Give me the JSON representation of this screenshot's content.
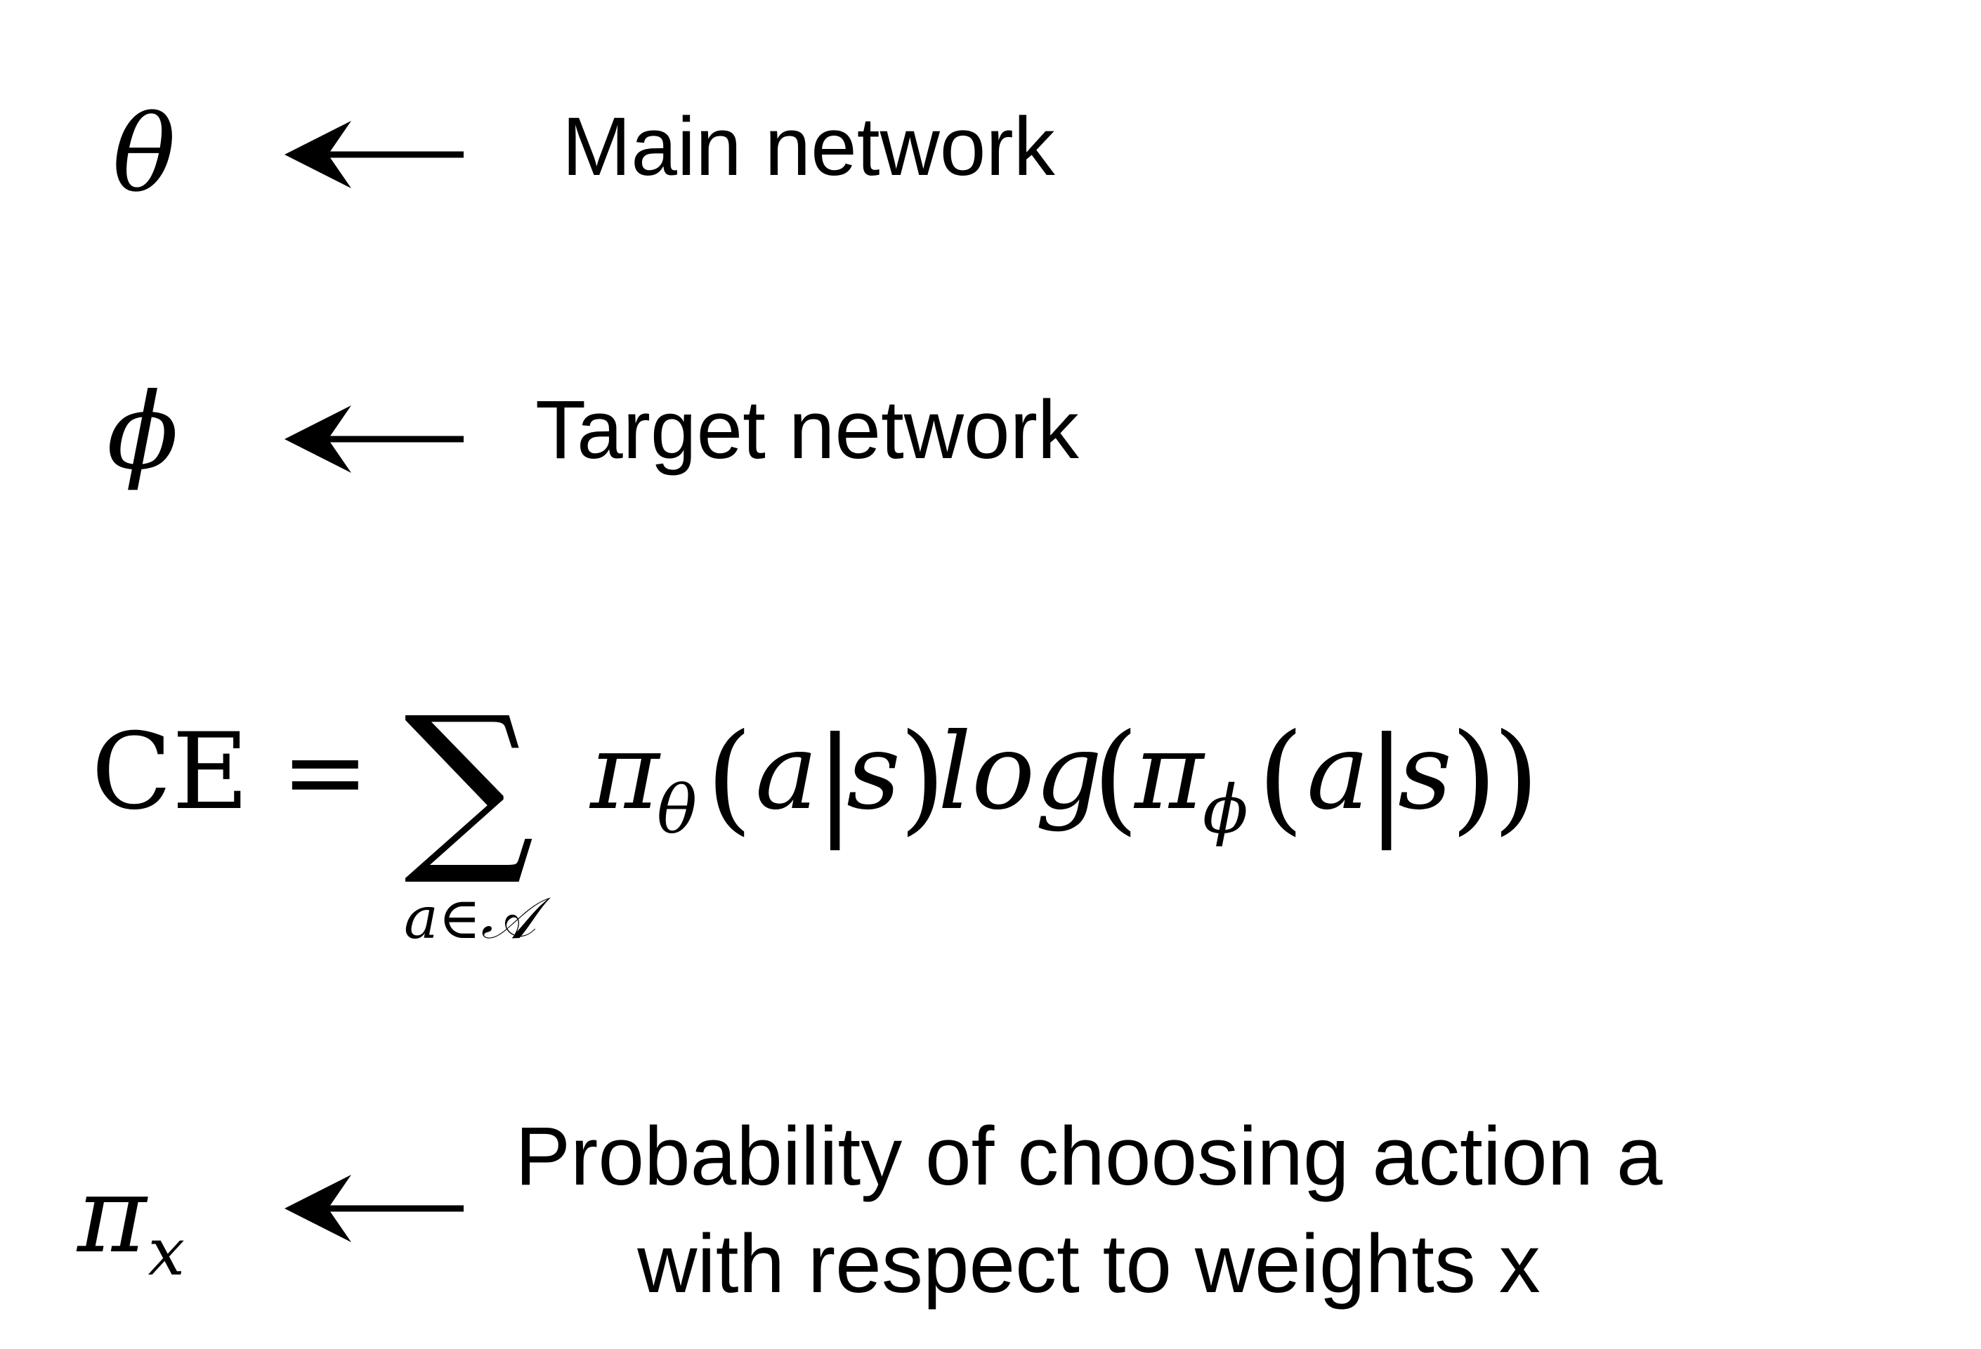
{
  "definitions": [
    {
      "symbol": "θ",
      "subscript": "",
      "label": "Main network"
    },
    {
      "symbol": "ϕ",
      "subscript": "",
      "label": "Target network"
    },
    {
      "symbol": "π",
      "subscript": "x",
      "label_lines": [
        "Probability of choosing action a",
        "with respect to weights x"
      ]
    }
  ],
  "equation": {
    "lhs": "CE",
    "equals": "=",
    "sum_symbol": "∑",
    "sum_index": "a∈𝒜",
    "pi": "π",
    "theta": "θ",
    "phi": "ϕ",
    "open_paren": "(",
    "close_paren": ")",
    "a": "a",
    "bar": "|",
    "s": "s",
    "log": "log"
  }
}
